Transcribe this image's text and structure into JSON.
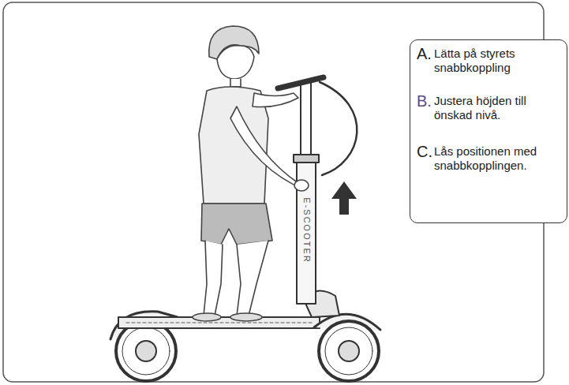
{
  "diagram": {
    "nodes": [
      {
        "text": [
          "A.",
          "Lätta på styrets snabbkoppling",
          "B.",
          "Justera höjden till önskad nivå.",
          "C.",
          "Lås positionen med snabbkopplingen."
        ]
      }
    ],
    "labels": [
      "E-SCOOTER"
    ]
  }
}
